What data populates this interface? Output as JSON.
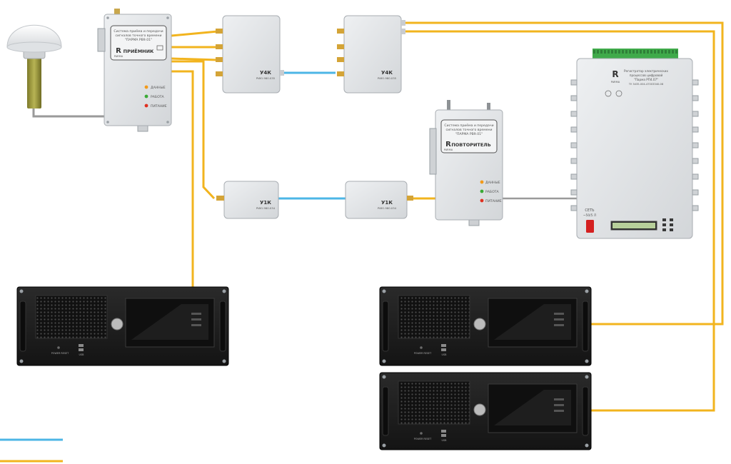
{
  "colors": {
    "coax": "#f2b41e",
    "fiber": "#4cb6e6",
    "antenna_cable": "#9a9a9a",
    "enclosure": "#e2e4e6",
    "server_front": "#1c1c1c",
    "led_data": "#f29a1a",
    "led_work": "#3aaa35",
    "led_power": "#e03020",
    "terminal_block": "#3faa4a",
    "switch_red": "#d42020",
    "display_lcd": "#b7cf9a"
  },
  "receiver": {
    "title_lines": [
      "Система приёма и передачи",
      "сигналов точного времени",
      "\"ПАРМА РВ9.01\""
    ],
    "label": "ПРИЁМНИК",
    "brand": "PARMA",
    "leds": [
      {
        "name": "data",
        "label": "ДАННЫЕ"
      },
      {
        "name": "work",
        "label": "РАБОТА"
      },
      {
        "name": "power",
        "label": "ПИТАНИЕ"
      }
    ]
  },
  "repeater": {
    "title_lines": [
      "Система приёма и передачи",
      "сигналов точного времени",
      "\"ПАРМА РВ9.01\""
    ],
    "label": "ПОВТОРИТЕЛЬ",
    "brand": "PARMA",
    "leds": [
      {
        "name": "data",
        "label": "ДАННЫЕ"
      },
      {
        "name": "work",
        "label": "РАБОТА"
      },
      {
        "name": "power",
        "label": "ПИТАНИЕ"
      }
    ]
  },
  "splitters": [
    {
      "id": "u4k-1",
      "label": "У4К",
      "code": "РИЮ.980.035"
    },
    {
      "id": "u4k-2",
      "label": "У4К",
      "code": "РИЮ.980.035"
    },
    {
      "id": "u1k-1",
      "label": "У1К",
      "code": "РИЮ.980.034"
    },
    {
      "id": "u1k-2",
      "label": "У1К",
      "code": "РИЮ.980.034"
    }
  ],
  "registrar": {
    "title_lines": [
      "Регистратор электрических",
      "процессов цифровой",
      "\"Парма РП4.07\""
    ],
    "subtitle": "ТУ 3435-004-47003340-08",
    "brand": "PARMA",
    "network_label_1": "СЕТЬ",
    "network_label_2": "~50/5 Л"
  },
  "servers": [
    {
      "id": "server-1",
      "port_labels": [
        "POWER",
        "RESET",
        "USB"
      ]
    },
    {
      "id": "server-2",
      "port_labels": [
        "POWER",
        "RESET",
        "USB"
      ]
    },
    {
      "id": "server-3",
      "port_labels": [
        "POWER",
        "RESET",
        "USB"
      ]
    }
  ]
}
